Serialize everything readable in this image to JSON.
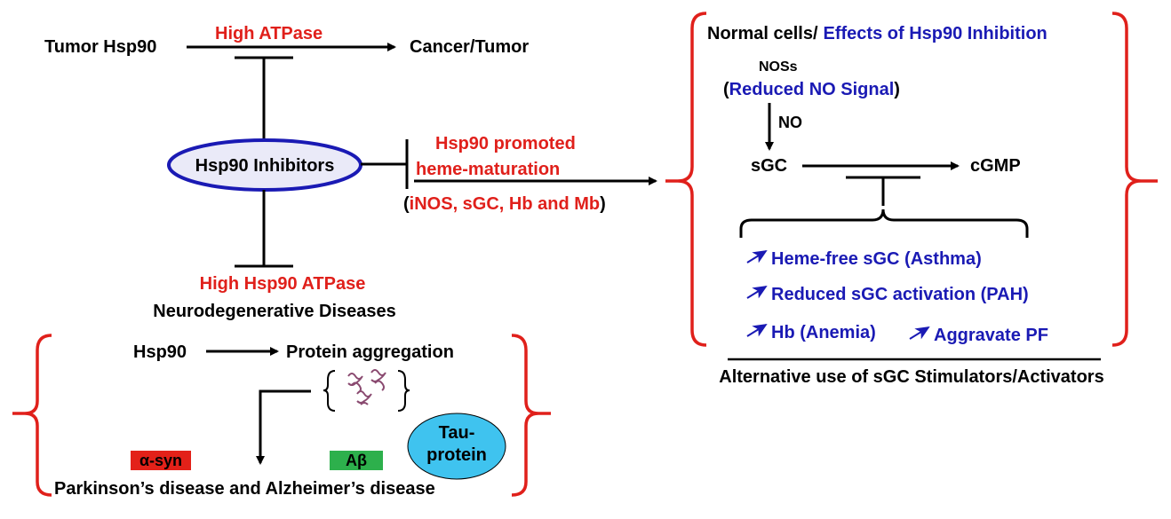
{
  "colors": {
    "red": "#e0201b",
    "blue": "#1a1ab4",
    "black": "#000000",
    "ellipse_fill": "#eaeaf8",
    "syn_box": "#e32119",
    "abeta_box": "#2db04c",
    "tau_fill": "#3fc3ef",
    "fibril_color": "#8a4a70"
  },
  "top_left": {
    "source": "Tumor Hsp90",
    "arrow_label": "High ATPase",
    "target": "Cancer/Tumor"
  },
  "inhibitors": {
    "label": "Hsp90 Inhibitors"
  },
  "middle": {
    "line1": "Hsp90 promoted",
    "line2": "heme-maturation",
    "paren_open": "(",
    "paren_content": "iNOS, sGC, Hb and Mb",
    "paren_close": ")"
  },
  "neuro": {
    "atpase_label": "High Hsp90 ATPase",
    "title": "Neurodegenerative Diseases",
    "hsp90": "Hsp90",
    "aggregation": "Protein aggregation",
    "syn": "α-syn",
    "abeta": "Aβ",
    "tau_line1": "Tau-",
    "tau_line2": "protein",
    "diseases": "Parkinson’s disease and Alzheimer’s disease"
  },
  "right_panel": {
    "title_black": "Normal cells/",
    "title_blue": "Effects of Hsp90 Inhibition",
    "noss": "NOSs",
    "paren_open": "(",
    "reduced_no": "Reduced NO Signal",
    "paren_close": ")",
    "no_label": "NO",
    "sgc": "sGC",
    "cgmp": "cGMP",
    "effects": [
      "Heme-free sGC (Asthma)",
      "Reduced sGC activation (PAH)",
      "Hb (Anemia)",
      "Aggravate PF"
    ],
    "footer": "Alternative use of sGC Stimulators/Activators"
  }
}
